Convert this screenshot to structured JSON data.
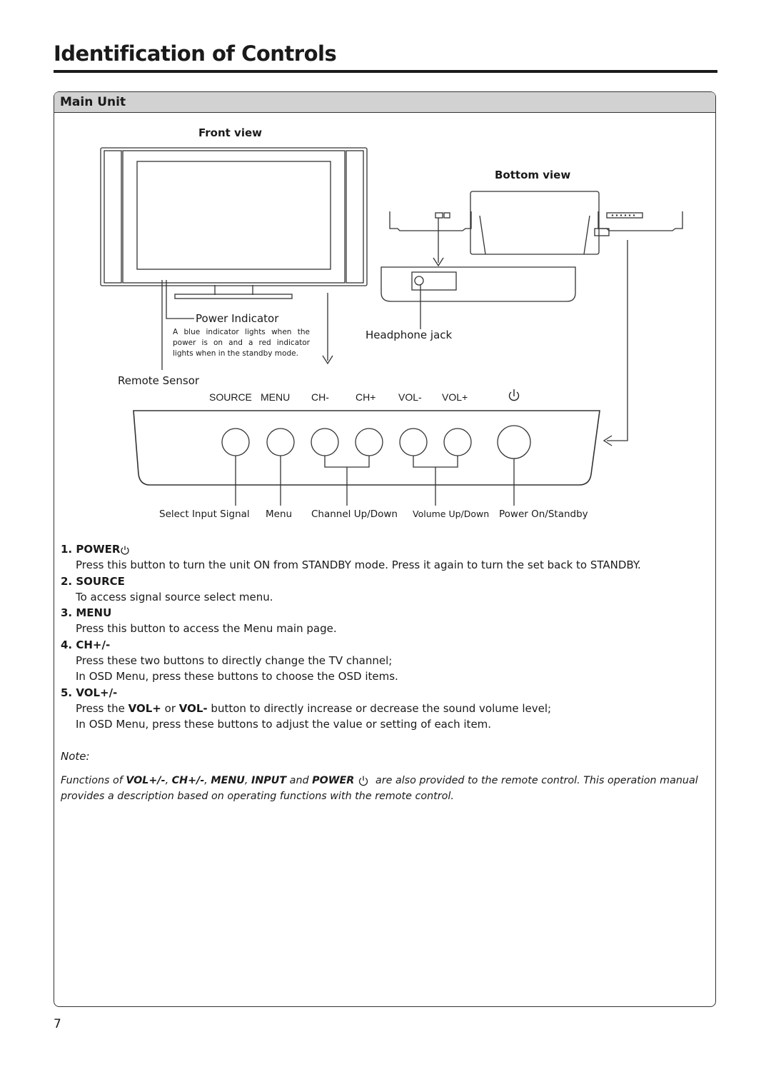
{
  "header": {
    "title": "Identification of Controls"
  },
  "section": {
    "title": "Main Unit"
  },
  "diagram": {
    "front_view": "Front view",
    "bottom_view": "Bottom view",
    "power_indicator": "Power Indicator",
    "power_indicator_note": "A blue indicator lights when the power is on and a red indicator lights when in the standby mode.",
    "remote_sensor": "Remote Sensor",
    "headphone_jack": "Headphone jack",
    "buttons": [
      "SOURCE",
      "MENU",
      "CH-",
      "CH+",
      "VOL-",
      "VOL+"
    ],
    "power_icon": "power-symbol-icon",
    "captions": [
      "Select Input Signal",
      "Menu",
      "Channel Up/Down",
      "Volume Up/Down",
      "Power On/Standby"
    ]
  },
  "items": [
    {
      "heading": "1. POWER",
      "icon": "power-symbol-icon",
      "text": [
        "Press this button to turn the unit ON from STANDBY mode. Press it again to turn the set back to STANDBY."
      ]
    },
    {
      "heading": "2. SOURCE",
      "text": [
        "To access signal source select menu."
      ]
    },
    {
      "heading": "3. MENU",
      "text": [
        "Press this button to access the Menu main page."
      ]
    },
    {
      "heading": "4. CH+/-",
      "text": [
        "Press these two buttons to directly change the TV channel;",
        "In OSD Menu, press these buttons to choose the OSD items."
      ]
    },
    {
      "heading": "5. VOL+/-",
      "text_parts": [
        "Press the ",
        "VOL+",
        " or ",
        "VOL-",
        " button to directly increase or decrease the sound volume level;"
      ],
      "text": [
        "In OSD Menu, press these buttons to adjust the value or setting of each item."
      ]
    }
  ],
  "note": {
    "heading": "Note:",
    "parts": [
      "Functions of ",
      "VOL+/-",
      ", ",
      "CH+/-",
      ", ",
      "MENU",
      ", ",
      "INPUT",
      " and ",
      "POWER",
      " are also provided to the remote control. This operation manual provides a description based on operating functions with the remote control."
    ]
  },
  "footer": {
    "page_number": "7"
  }
}
